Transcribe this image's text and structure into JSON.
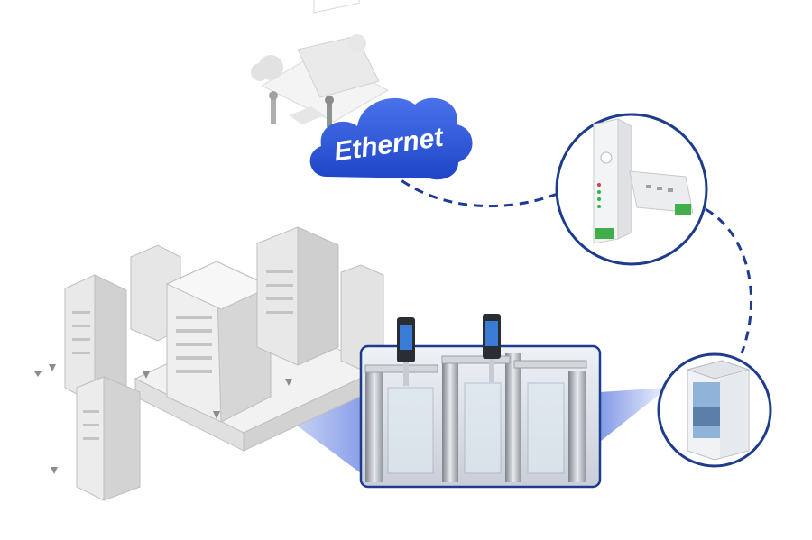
{
  "cloud": {
    "label": "Ethernet",
    "color": "#2f56d8"
  },
  "connections": {
    "line_color": "#1f3a93",
    "style": "dashed"
  },
  "nodes": [
    {
      "name": "network-cloud",
      "icon": "office-workspace-illustration"
    },
    {
      "name": "io-controller-module",
      "icon": "din-rail-controller"
    },
    {
      "name": "kiosk-display",
      "icon": "outdoor-kiosk"
    },
    {
      "name": "turnstile-gates",
      "icon": "speed-gate-turnstile"
    },
    {
      "name": "city-buildings",
      "icon": "isometric-buildings"
    }
  ],
  "colors": {
    "accent_blue": "#2f56d8",
    "frame_blue": "#1e3c8c",
    "building_gray": "#d9d9d9"
  }
}
